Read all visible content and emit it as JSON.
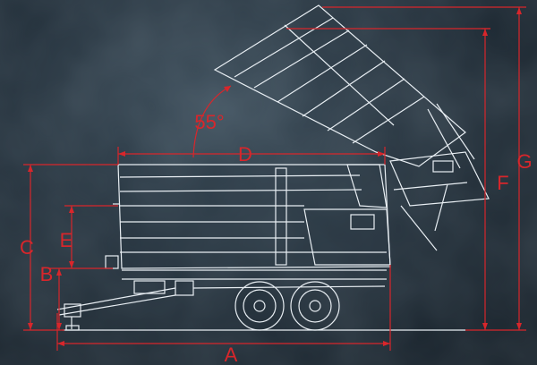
{
  "colors": {
    "background": "#1e2a33",
    "drawing_line": "#e8eef3",
    "dimension": "#d8262b"
  },
  "dimensions": {
    "a": "A",
    "b": "B",
    "c": "C",
    "d": "D",
    "e": "E",
    "f": "F",
    "g": "G",
    "tip_angle": "55°"
  }
}
